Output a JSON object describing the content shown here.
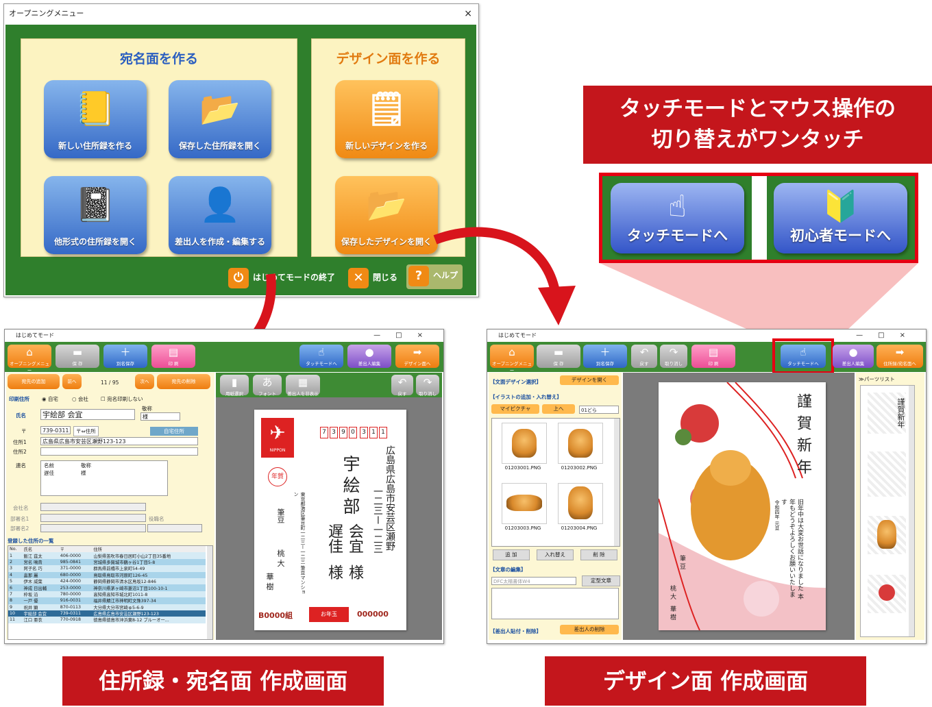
{
  "menu": {
    "title": "オープニングメニュー",
    "close_glyph": "×",
    "address_panel": {
      "title": "宛名面を作る"
    },
    "design_panel": {
      "title": "デザイン面を作る"
    },
    "buttons": {
      "new_address_book": "新しい住所録を作る",
      "open_saved_address_book": "保存した住所録を開く",
      "open_other_format": "他形式の住所録を開く",
      "create_sender": "差出人を作成・編集する",
      "new_design": "新しいデザインを作る",
      "open_saved_design": "保存したデザインを開く"
    },
    "footer": {
      "exit_mode": "はじめてモードの終了",
      "close": "閉じる",
      "help": "ヘルプ"
    }
  },
  "headline": {
    "line1": "タッチモードとマウス操作の",
    "line2": "切り替えがワンタッチ"
  },
  "mode_buttons": {
    "touch": "タッチモードへ",
    "beginner": "初心者モードへ"
  },
  "address_window": {
    "title": "はじめてモード",
    "toolbar": [
      "オープニングメニュー",
      "保 存",
      "別名保存",
      "印 刷",
      "タッチモードへ",
      "差出人編集",
      "デザイン面へ"
    ],
    "record_bar": {
      "add": "宛先の追加",
      "prev": "前へ",
      "position": "11 /  95",
      "next": "次へ",
      "delete": "宛先の削除"
    },
    "print_address_label": "印刷住所",
    "radio_home": "自宅",
    "radio_company": "会社",
    "no_print": "宛名印刷しない",
    "name_label": "氏名",
    "honorific_label": "敬称",
    "name_value": "宇絵部 会宜",
    "honorific_value": "様",
    "zip_label": "〒",
    "zip_value": "739-0311",
    "zip_btn": "〒⇔住所",
    "home_addr_btn": "自宅住所",
    "addr1_label": "住所1",
    "addr1_value": "広島県広島市安芸区瀬野123-123",
    "addr2_label": "住所2",
    "joint_label": "連名",
    "joint_col_name": "名前",
    "joint_col_hon": "敬称",
    "joint_row_name": "遅佳",
    "joint_row_hon": "様",
    "company_label": "会社名",
    "dept1_label": "部署名1",
    "dept2_label": "部署名2",
    "title_label": "役職名",
    "list_title": "登録した住所の一覧",
    "list_headers": [
      "No.",
      "氏名",
      "〒",
      "住所"
    ],
    "list_rows": [
      [
        "1",
        "飯江 莚太",
        "406-0000",
        "山梨県笛吹市春日居町小山2丁目35番地"
      ],
      [
        "2",
        "宮名 鳴貴",
        "985-0841",
        "宮城県多賀城市鶴ヶ谷1丁目5-8"
      ],
      [
        "3",
        "阿子名 巧",
        "371-0000",
        "群馬県前橋市上泉町54-49"
      ],
      [
        "4",
        "畠那 麗",
        "680-0000",
        "鳥取県鳥取市河原町126-45"
      ],
      [
        "5",
        "伊木 威葉",
        "424-0000",
        "静岡県静岡市清水区鳥坂12-846"
      ],
      [
        "6",
        "神成 日出輔",
        "253-0000",
        "神奈川県茅ヶ崎市菱沼1丁目100-10-1"
      ],
      [
        "7",
        "枠坂 沿",
        "780-0000",
        "高知県高知市城北町1011-8"
      ],
      [
        "8",
        "一戸 優",
        "916-0031",
        "福井県鯖江市神明町文殊397-34"
      ],
      [
        "9",
        "祝井 顕",
        "870-0113",
        "大分県大分市宮崎ゅ5-6-9"
      ],
      [
        "10",
        "宇絵部 会宜",
        "739-0311",
        "広島県広島市安芸区瀬野123-123"
      ],
      [
        "11",
        "江口 亜衣",
        "770-0918",
        "徳島県徳島市沖浜東8-12 ブルーオー..."
      ]
    ],
    "preview_buttons": {
      "paper": "用紙選択",
      "font": "フォント",
      "hide_sender": "差出人を非表示",
      "undo": "戻す",
      "redo": "取り消し"
    },
    "card": {
      "postal_code": [
        "7",
        "3",
        "9",
        "0",
        "3",
        "1",
        "1"
      ],
      "address_line1": "広島県広島市安芸区瀬野",
      "address_line2": "一二三ー一二三",
      "name_main": "宇絵部",
      "name_second_a": "会宜",
      "name_second_b": "遅佳",
      "honorific_a": "様",
      "honorific_b": "様",
      "stamp_text": "NIPPON",
      "nenga": "年賀",
      "sender_address": "東京都港区筆豆町一二三ー一二三 筆豆マンション",
      "sender_name_1": "筆豆",
      "sender_name_2": "桃 大",
      "sender_name_3": "華 樹",
      "lottery_number": "B0000組",
      "lottery_label": "お年玉",
      "lottery_id": "000000"
    }
  },
  "design_window": {
    "title": "はじめてモード",
    "toolbar": [
      "オープニングメニュー",
      "保 存",
      "別名保存",
      "戻す",
      "取り消し",
      "印 刷",
      "タッチモードへ",
      "差出人編集",
      "住所録/宛名面へ"
    ],
    "text_design_label": "【文面デザイン選択】",
    "open_design_btn": "デザインを開く",
    "illust_label": "【イラストの追加・入れ替え】",
    "my_picture_btn": "マイピクチャ",
    "up_btn": "上へ",
    "zodiac_select": "01どら",
    "thumbs": [
      "01203001.PNG",
      "01203002.PNG",
      "01203003.PNG",
      "01203004.PNG"
    ],
    "add_btn": "追 加",
    "replace_btn": "入れ替え",
    "delete_btn": "削 除",
    "text_edit_label": "【文章の編集】",
    "font_select": "DFC太楷書体W4",
    "fixed_text_btn": "定型文章",
    "sender_label": "【差出人貼付・削除】",
    "sender_delete_btn": "差出人の削除",
    "parts_list_label": "≫パーツリスト",
    "card": {
      "greeting_1": "謹",
      "greeting_2": "賀",
      "greeting_3": "新",
      "greeting_4": "年",
      "message": "旧年中は大変お世話になりました 本年もどうぞよろしくお願いいたします",
      "date": "令和四年 元旦",
      "sender_1": "筆 豆",
      "sender_2": "桃 大",
      "sender_3": "華 樹"
    }
  },
  "captions": {
    "left": "住所録・宛名面 作成画面",
    "right": "デザイン面 作成画面"
  },
  "colors": {
    "accent_red": "#c4161c",
    "menu_green": "#2f7f2c",
    "blue_button": "#3569c6",
    "orange_button": "#f08a14"
  }
}
